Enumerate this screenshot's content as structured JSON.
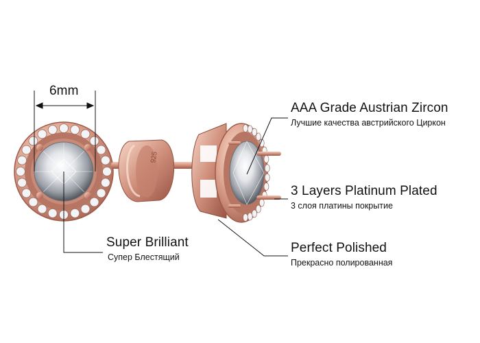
{
  "dimension": {
    "label": "6mm"
  },
  "callouts": {
    "zircon": {
      "title": "AAA Grade Austrian Zircon",
      "subtitle": "Лучшие качества австрийского Циркон"
    },
    "plating": {
      "title": "3 Layers Platinum Plated",
      "subtitle": "3 слоя платины покрытие"
    },
    "polished": {
      "title": "Perfect Polished",
      "subtitle": "Прекрасно полированная"
    },
    "brilliant": {
      "title": "Super Brilliant",
      "subtitle": "Супер Блестящий"
    }
  },
  "stamp": "925",
  "colors": {
    "rose_gold": "#d49a86",
    "rose_gold_dark": "#a8604e",
    "rose_gold_light": "#f3cdbd",
    "line": "#111111"
  }
}
